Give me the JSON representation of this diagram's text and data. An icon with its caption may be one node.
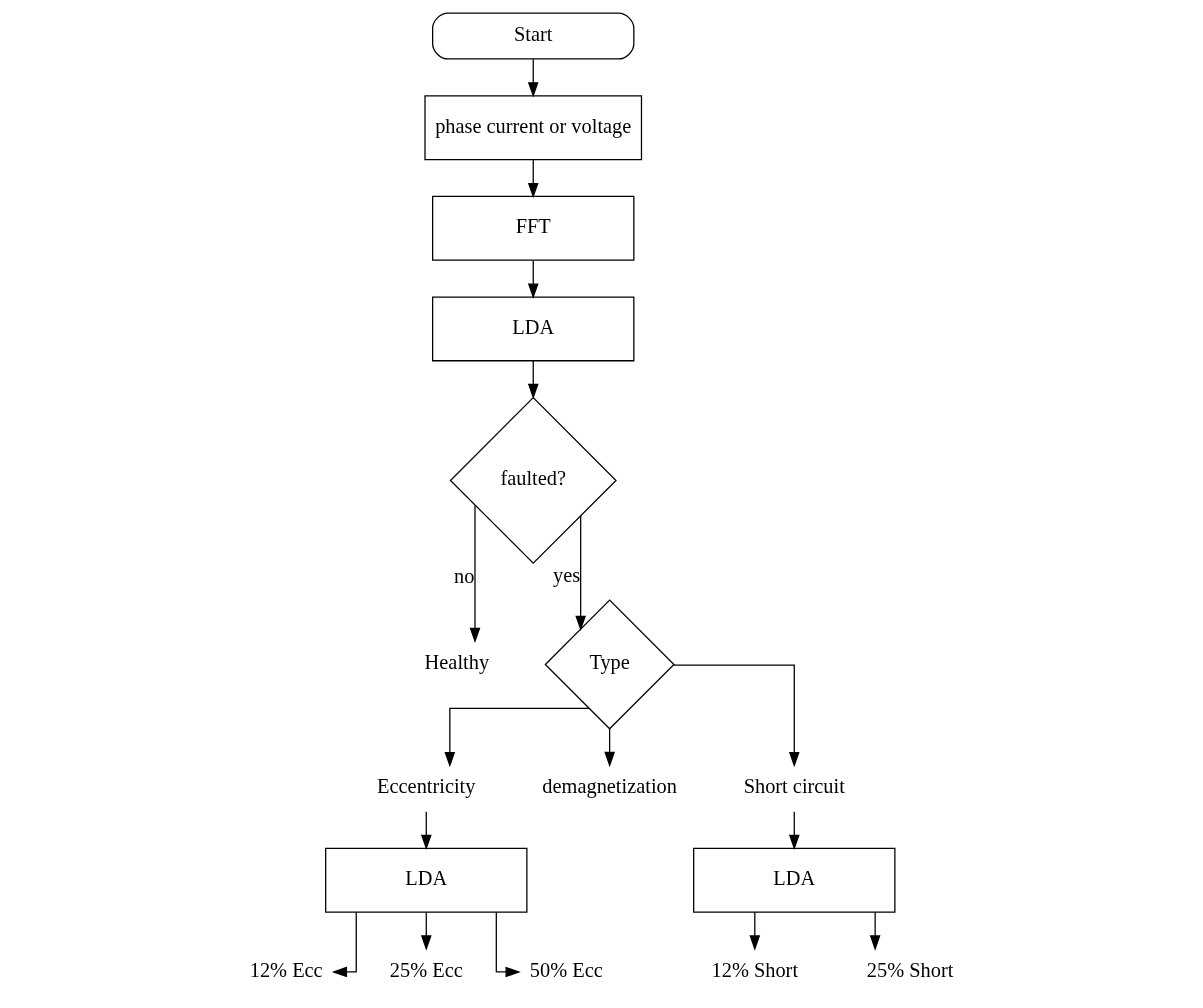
{
  "diagram": {
    "nodes": [
      {
        "text": [
          "Start"
        ]
      },
      {
        "text": [
          "phase current or voltage"
        ]
      },
      {
        "text": [
          "FFT"
        ]
      },
      {
        "text": [
          "LDA"
        ]
      },
      {
        "text": [
          "faulted?"
        ]
      },
      {
        "text": [
          "Healthy"
        ]
      },
      {
        "text": [
          "Type"
        ]
      },
      {
        "text": [
          "Eccentricity"
        ]
      },
      {
        "text": [
          "demagnetization"
        ]
      },
      {
        "text": [
          "Short circuit"
        ]
      },
      {
        "text": [
          "LDA"
        ]
      },
      {
        "text": [
          "LDA"
        ]
      },
      {
        "text": [
          "12% Ecc"
        ]
      },
      {
        "text": [
          "25% Ecc"
        ]
      },
      {
        "text": [
          "50% Ecc"
        ]
      },
      {
        "text": [
          "12% Short"
        ]
      },
      {
        "text": [
          "25% Short"
        ]
      }
    ],
    "edges": [
      {
        "from": 0,
        "to": 1,
        "arrow": "to"
      },
      {
        "from": 1,
        "to": 2,
        "arrow": "to"
      },
      {
        "from": 2,
        "to": 3,
        "arrow": "to"
      },
      {
        "from": 3,
        "to": 4,
        "arrow": "to"
      },
      {
        "from": 4,
        "to": 5,
        "arrow": "to",
        "label": "no"
      },
      {
        "from": 4,
        "to": 6,
        "arrow": "to",
        "label": "yes"
      },
      {
        "from": 6,
        "to": 7,
        "arrow": "to"
      },
      {
        "from": 6,
        "to": 8,
        "arrow": "to"
      },
      {
        "from": 6,
        "to": 9,
        "arrow": "to"
      },
      {
        "from": 7,
        "to": 10,
        "arrow": "to"
      },
      {
        "from": 9,
        "to": 11,
        "arrow": "to"
      },
      {
        "from": 10,
        "to": 12,
        "arrow": "to"
      },
      {
        "from": 10,
        "to": 13,
        "arrow": "to"
      },
      {
        "from": 10,
        "to": 14,
        "arrow": "to"
      },
      {
        "from": 11,
        "to": 15,
        "arrow": "to"
      },
      {
        "from": 11,
        "to": 16,
        "arrow": "to"
      }
    ]
  }
}
